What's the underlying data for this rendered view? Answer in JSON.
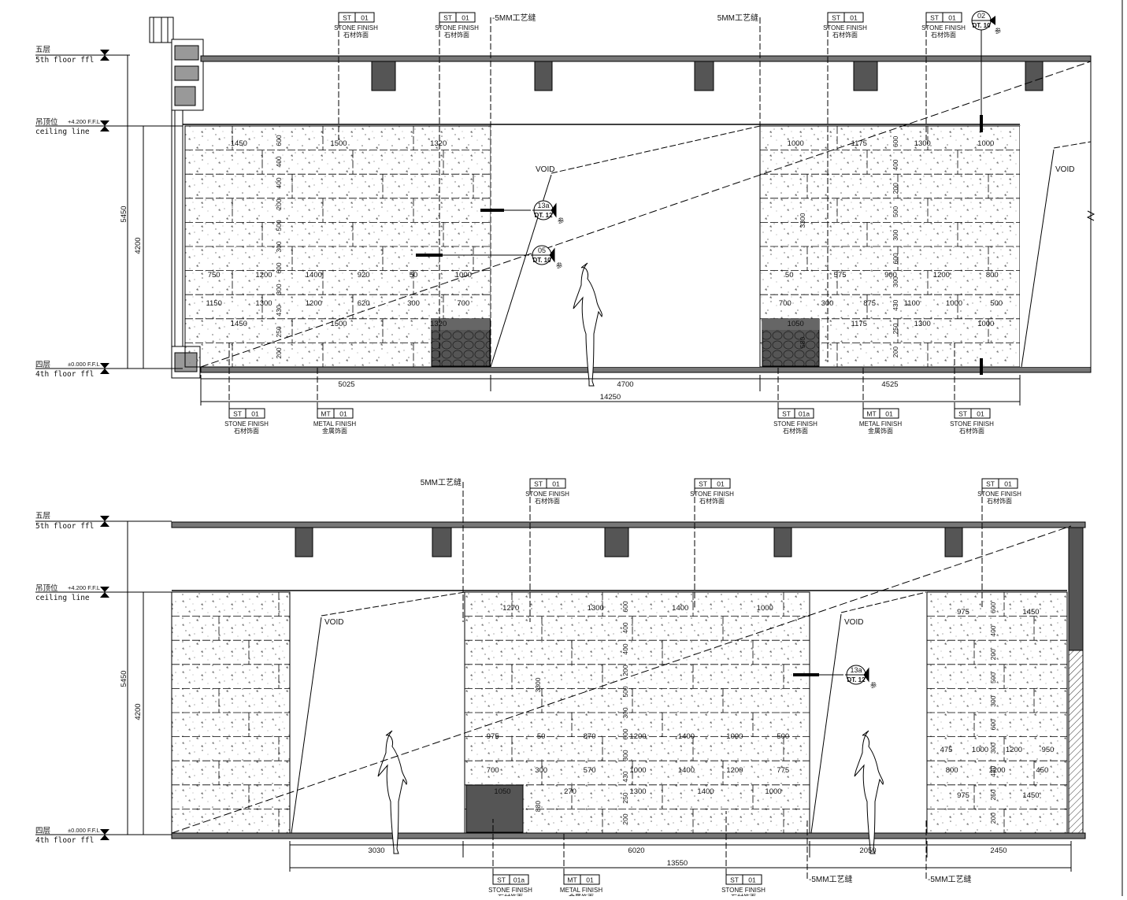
{
  "levels": {
    "fifth_cn": "五层",
    "fifth_en": "5th floor ffl",
    "ceiling_cn": "吊顶位",
    "ceiling_en": "ceiling line",
    "ceiling_val": "+4.200 F.F.L",
    "fourth_cn": "四层",
    "fourth_en": "4th floor ffl",
    "fourth_val": "±0.000 F.F.L"
  },
  "dims_vertical": {
    "total": "5450",
    "ceiling": "4200"
  },
  "labels": {
    "void": "VOID",
    "joint": "5MM工艺缝",
    "stone_en": "STONE FINISH",
    "stone_cn": "石材饰面",
    "metal_en": "METAL FINISH",
    "metal_cn": "金属饰面",
    "ref": "参"
  },
  "tags": {
    "st": "ST",
    "mt": "MT",
    "n01": "01",
    "n01a": "01a"
  },
  "details": {
    "d13a": {
      "num": "13a",
      "sheet": "DT. 12"
    },
    "d05": {
      "num": "05",
      "sheet": "DT. 10"
    },
    "d02": {
      "num": "02",
      "sheet": "DT. 10"
    }
  },
  "elev1": {
    "bottom_dims": [
      "5025",
      "4700",
      "4525"
    ],
    "total": "14250",
    "block1_rows": [
      [
        "1450",
        "1500",
        "1320"
      ],
      [
        "750",
        "1200",
        "1400",
        "920",
        "50",
        "1000"
      ],
      [
        "1150",
        "1300",
        "1200",
        "620",
        "300",
        "700"
      ],
      [
        "1450",
        "1500",
        "1320"
      ]
    ],
    "block1_heights": [
      "600",
      "400",
      "400",
      "200",
      "500",
      "300",
      "600",
      "300",
      "430",
      "250",
      "200"
    ],
    "block2_rows": [
      [
        "1000",
        "1175",
        "1300",
        "1000"
      ],
      [
        "50",
        "575",
        "900",
        "1200",
        "800"
      ],
      [
        "700",
        "300",
        "875",
        "1100",
        "1000",
        "500"
      ],
      [
        "1050",
        "1175",
        "1300",
        "1000"
      ]
    ],
    "block2_heights": [
      "600",
      "400",
      "200",
      "500",
      "300",
      "600",
      "300",
      "430",
      "250",
      "200"
    ],
    "vertical_inner": [
      "3300",
      "580"
    ],
    "planter": "1050"
  },
  "elev2": {
    "bottom_dims": [
      "3030",
      "6020",
      "2050",
      "2450"
    ],
    "total": "13550",
    "block1_rows": [
      [
        "1270",
        "1300",
        "1400",
        "1000"
      ],
      [
        "975",
        "50",
        "870",
        "1200",
        "1400",
        "1000",
        "500"
      ],
      [
        "700",
        "300",
        "570",
        "1000",
        "1400",
        "1200",
        "775"
      ],
      [
        "1050",
        "270",
        "1300",
        "1400",
        "1000"
      ]
    ],
    "block1_heights": [
      "600",
      "400",
      "400",
      "200",
      "500",
      "300",
      "600",
      "300",
      "430",
      "250",
      "200"
    ],
    "block2_rows": [
      [
        "975",
        "1450"
      ],
      [
        "475",
        "1000",
        "1200",
        "950"
      ],
      [
        "800",
        "1200",
        "450"
      ],
      [
        "975",
        "1450"
      ]
    ],
    "block2_heights": [
      "600",
      "400",
      "200",
      "500",
      "300",
      "600",
      "300",
      "430",
      "250",
      "200"
    ],
    "vertical_inner": [
      "3300",
      "880"
    ],
    "planter": "1050"
  }
}
